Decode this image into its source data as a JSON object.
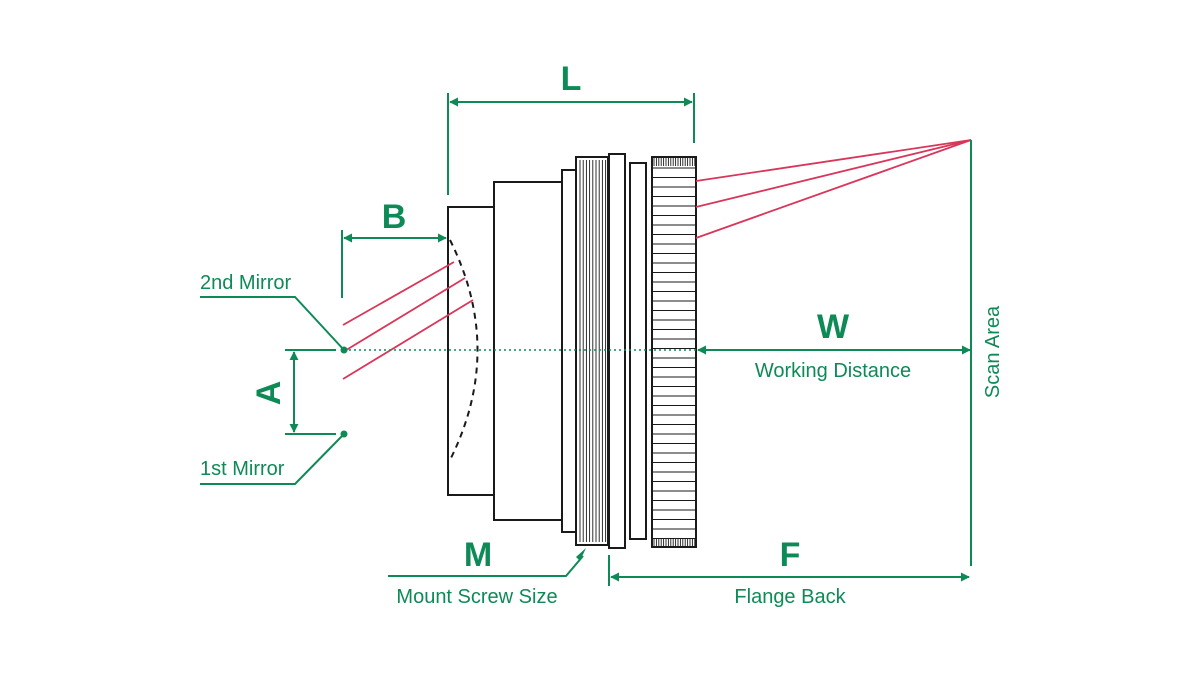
{
  "dimensions": {
    "L": "L",
    "B": "B",
    "A": "A",
    "W": "W",
    "M": "M",
    "F": "F"
  },
  "labels": {
    "second_mirror": "2nd Mirror",
    "first_mirror": "1st Mirror",
    "working_distance": "Working Distance",
    "scan_area": "Scan Area",
    "mount_screw_size": "Mount Screw Size",
    "flange_back": "Flange Back"
  },
  "colors": {
    "annotation": "#0e8a57",
    "laser_ray": "#d8365a",
    "lens_outline": "#1a1a1a"
  }
}
